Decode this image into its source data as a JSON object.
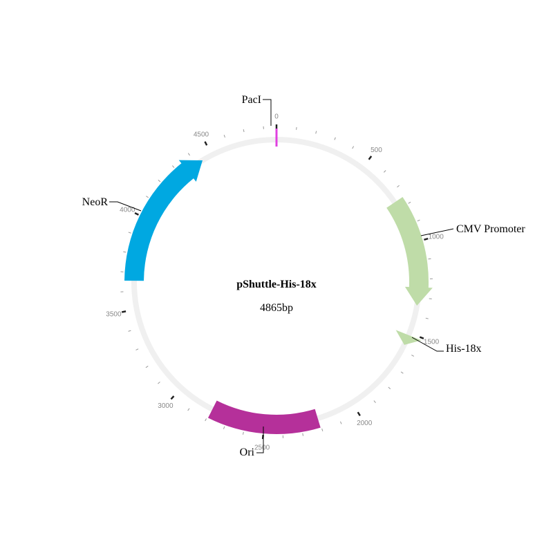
{
  "plasmid": {
    "name": "pShuttle-His-18x",
    "size_label": "4865bp",
    "length": 4865
  },
  "tick_labels": [
    "0",
    "500",
    "1000",
    "1500",
    "2000",
    "2500",
    "3000",
    "3500",
    "4000",
    "4500"
  ],
  "features": [
    {
      "id": "pacI",
      "label": "PacI",
      "type": "site",
      "start": 0,
      "end": 8,
      "color": "#e040e0"
    },
    {
      "id": "cmv",
      "label": "CMV Promoter",
      "type": "arrow",
      "direction": "forward",
      "start": 757,
      "end": 1345,
      "color": "#bfdca8"
    },
    {
      "id": "his18x",
      "label": "His-18x",
      "type": "arrow",
      "direction": "forward",
      "start": 1512,
      "end": 1570,
      "color": "#bfdca8"
    },
    {
      "id": "ori",
      "label": "Ori",
      "type": "block",
      "start": 2205,
      "end": 2794,
      "color": "#b5309a"
    },
    {
      "id": "neor",
      "label": "NeoR",
      "type": "arrow",
      "direction": "forward",
      "start": 3656,
      "end": 4442,
      "color": "#00a8e1"
    }
  ],
  "backbone_color": "#f0f0f0"
}
